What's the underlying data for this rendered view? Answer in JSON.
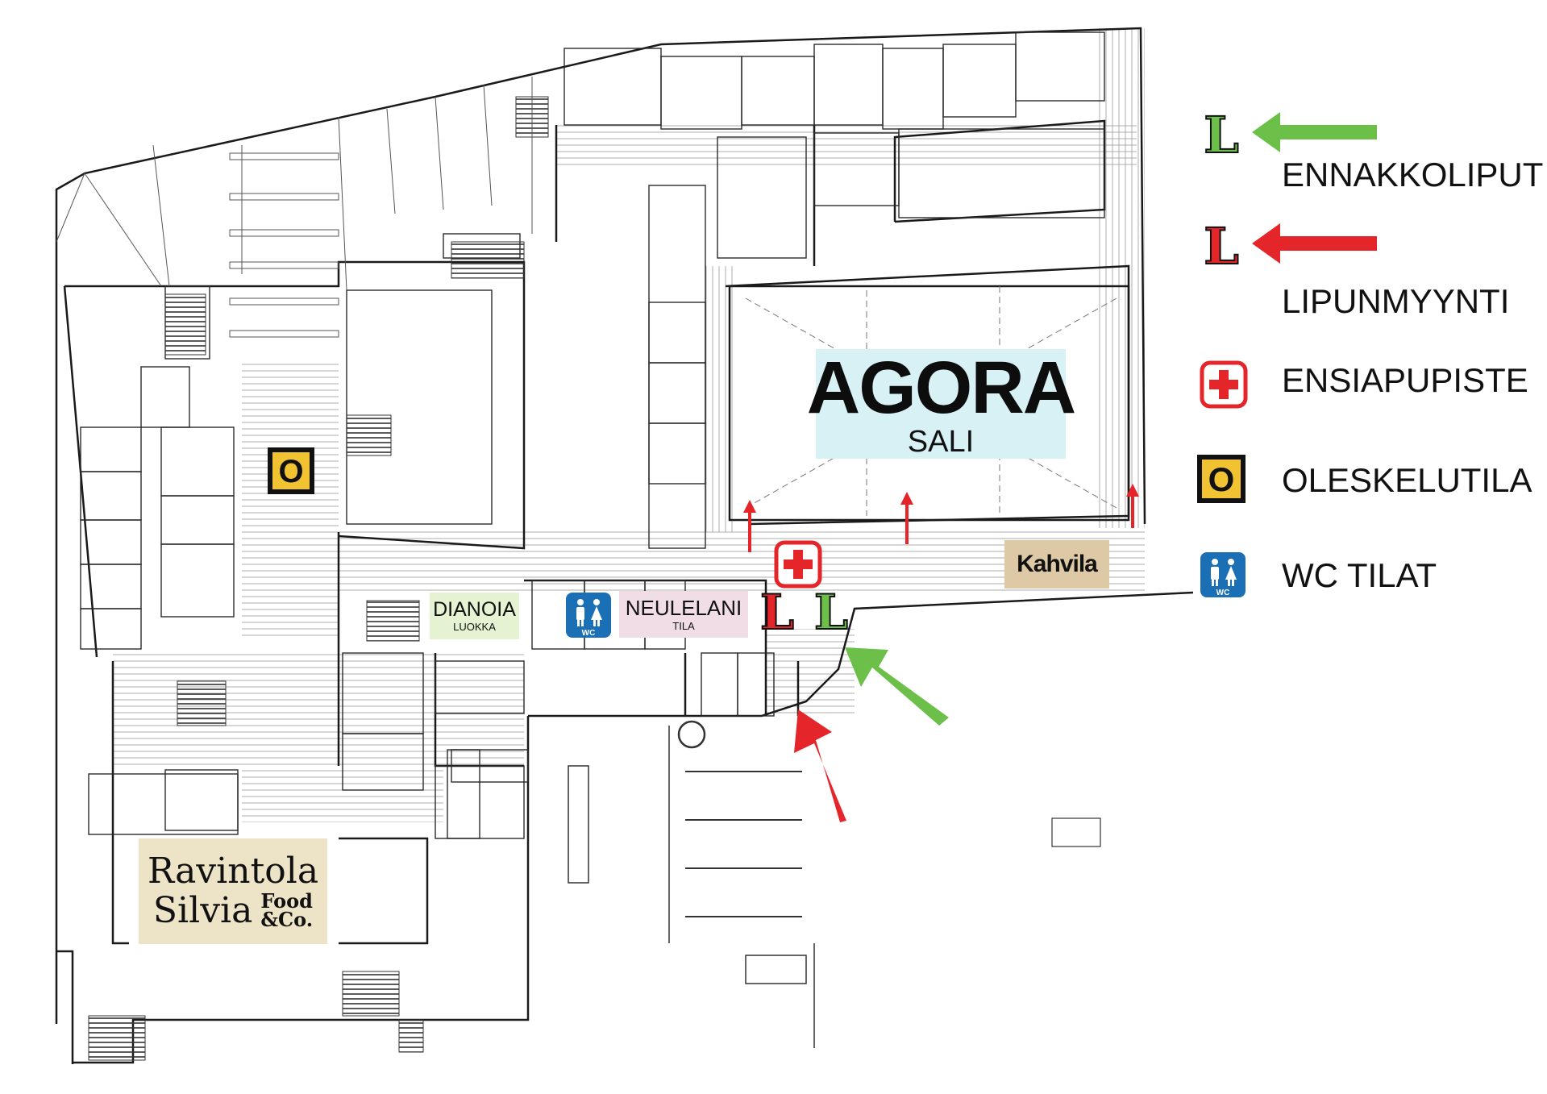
{
  "legend": {
    "items": [
      {
        "icon": "green-l-ticket-icon",
        "label": "ENNAKKOLIPUT",
        "color": "#6cc04a"
      },
      {
        "icon": "red-l-ticket-icon",
        "label": "LIPUNMYYNTI",
        "color": "#e4262a"
      },
      {
        "icon": "first-aid-icon",
        "label": "ENSIAPUPISTE",
        "color": "#e4262a"
      },
      {
        "icon": "lounge-o-icon",
        "label": "OLESKELUTILA",
        "color": "#f1c232"
      },
      {
        "icon": "wc-icon",
        "label": "WC TILAT",
        "color": "#1b6fb5"
      }
    ]
  },
  "map": {
    "agora": {
      "title": "AGORA",
      "subtitle": "SALI"
    },
    "kahvila": "Kahvila",
    "dianoia": {
      "title": "DIANOIA",
      "subtitle": "LUOKKA"
    },
    "neulelani": {
      "title": "NEULELANI",
      "subtitle": "TILA"
    },
    "ravintola": {
      "line1": "Ravintola",
      "line2": "Silvia",
      "food1": "Food",
      "food2": "&Co."
    },
    "icon_letters": {
      "ticket": "L",
      "lounge": "O",
      "wc": "WC"
    }
  },
  "colors": {
    "green": "#6cc04a",
    "red": "#e4262a",
    "yellow": "#f1c232",
    "blue": "#1b6fb5",
    "agora_bg": "#d7f1f5",
    "kahvila_bg": "#dec9a6",
    "ravintola_bg": "#ede4c7",
    "dianoia_bg": "#e5f3d2",
    "neulelani_bg": "#f1dde6"
  }
}
